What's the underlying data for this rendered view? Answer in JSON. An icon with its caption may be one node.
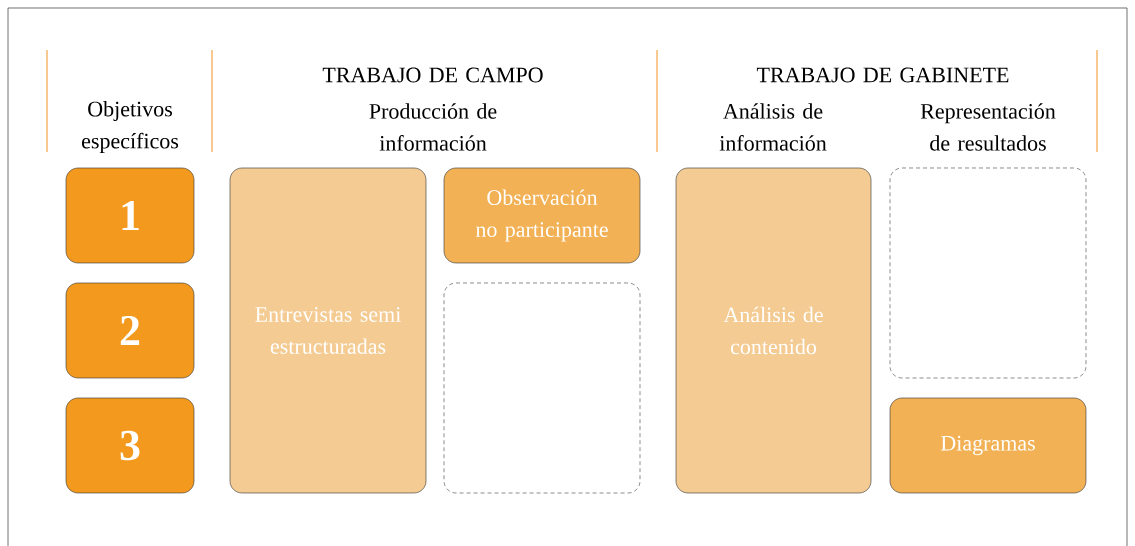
{
  "diagram": {
    "nodes": [
      {
        "text": [
          "1"
        ]
      },
      {
        "text": [
          "2"
        ]
      },
      {
        "text": [
          "3"
        ]
      },
      {
        "text": [
          "Entrevistas semi estructuradas"
        ]
      },
      {
        "text": [
          "Observación no participante"
        ]
      },
      {
        "text": [],
        "shape": "box"
      },
      {
        "text": [
          "Análisis de contenido"
        ]
      },
      {
        "text": [],
        "shape": "box"
      },
      {
        "text": [
          "Diagramas"
        ]
      }
    ],
    "labels": [
      "TRABAJO DE CAMPO",
      "TRABAJO DE GABINETE",
      "Objetivos específicos",
      "Producción de información",
      "Análisis de información",
      "Representación de resultados"
    ]
  }
}
